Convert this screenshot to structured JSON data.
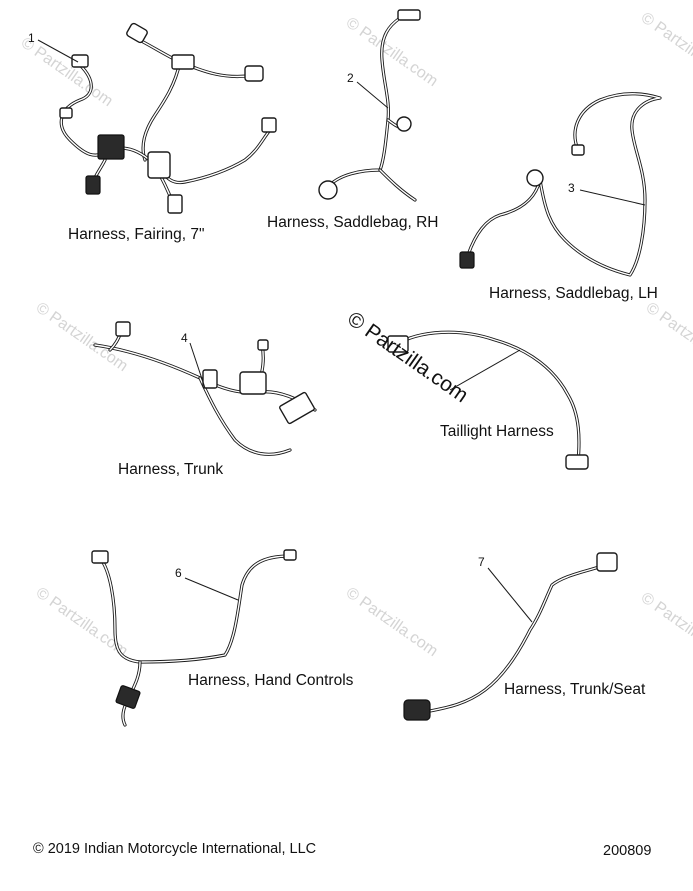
{
  "watermark": {
    "text": "© Partzilla.com",
    "prominent_text": "© Partzilla.com"
  },
  "parts": [
    {
      "number": "1",
      "label": "Harness, Fairing, 7\""
    },
    {
      "number": "2",
      "label": "Harness, Saddlebag, RH"
    },
    {
      "number": "3",
      "label": "Harness, Saddlebag, LH"
    },
    {
      "number": "4",
      "label": "Harness, Trunk"
    },
    {
      "number": "",
      "label": "Taillight Harness"
    },
    {
      "number": "6",
      "label": "Harness, Hand Controls"
    },
    {
      "number": "7",
      "label": "Harness, Trunk/Seat"
    }
  ],
  "footer": {
    "copyright": "© 2019 Indian Motorcycle International, LLC",
    "diagram_id": "200809"
  }
}
